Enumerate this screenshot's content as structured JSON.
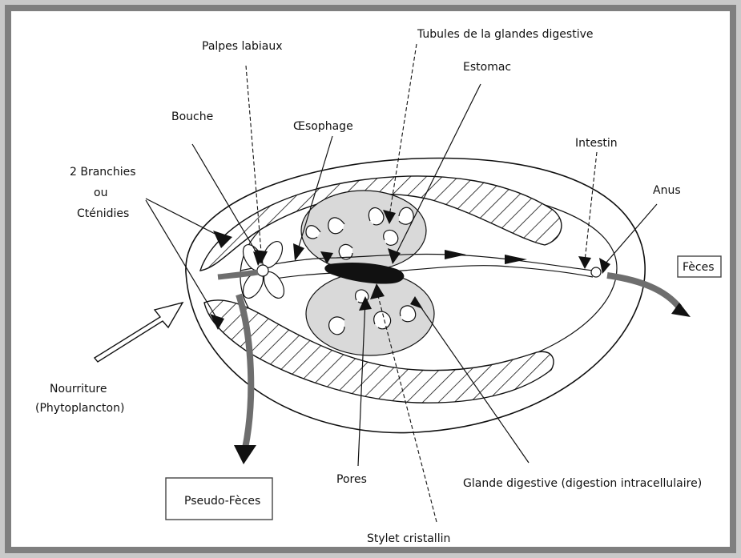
{
  "labels": {
    "palpes": "Palpes labiaux",
    "tubules": "Tubules de la glandes digestive",
    "estomac": "Estomac",
    "bouche": "Bouche",
    "oesophage": "Œsophage",
    "branchies_1": "2 Branchies",
    "branchies_2": "ou",
    "branchies_3": "Cténidies",
    "intestin": "Intestin",
    "anus": "Anus",
    "feces": "Fèces",
    "nourriture_1": "Nourriture",
    "nourriture_2": "(Phytoplancton)",
    "pores": "Pores",
    "glande": "Glande digestive (digestion intracellulaire)",
    "pseudo_feces": "Pseudo-Fèces",
    "stylet": "Stylet cristallin"
  },
  "colors": {
    "outer_frame": "#7f7f7f",
    "gland_fill": "#d9d9d9",
    "flow_arrow": "#6e6e6e",
    "ink": "#111111"
  }
}
